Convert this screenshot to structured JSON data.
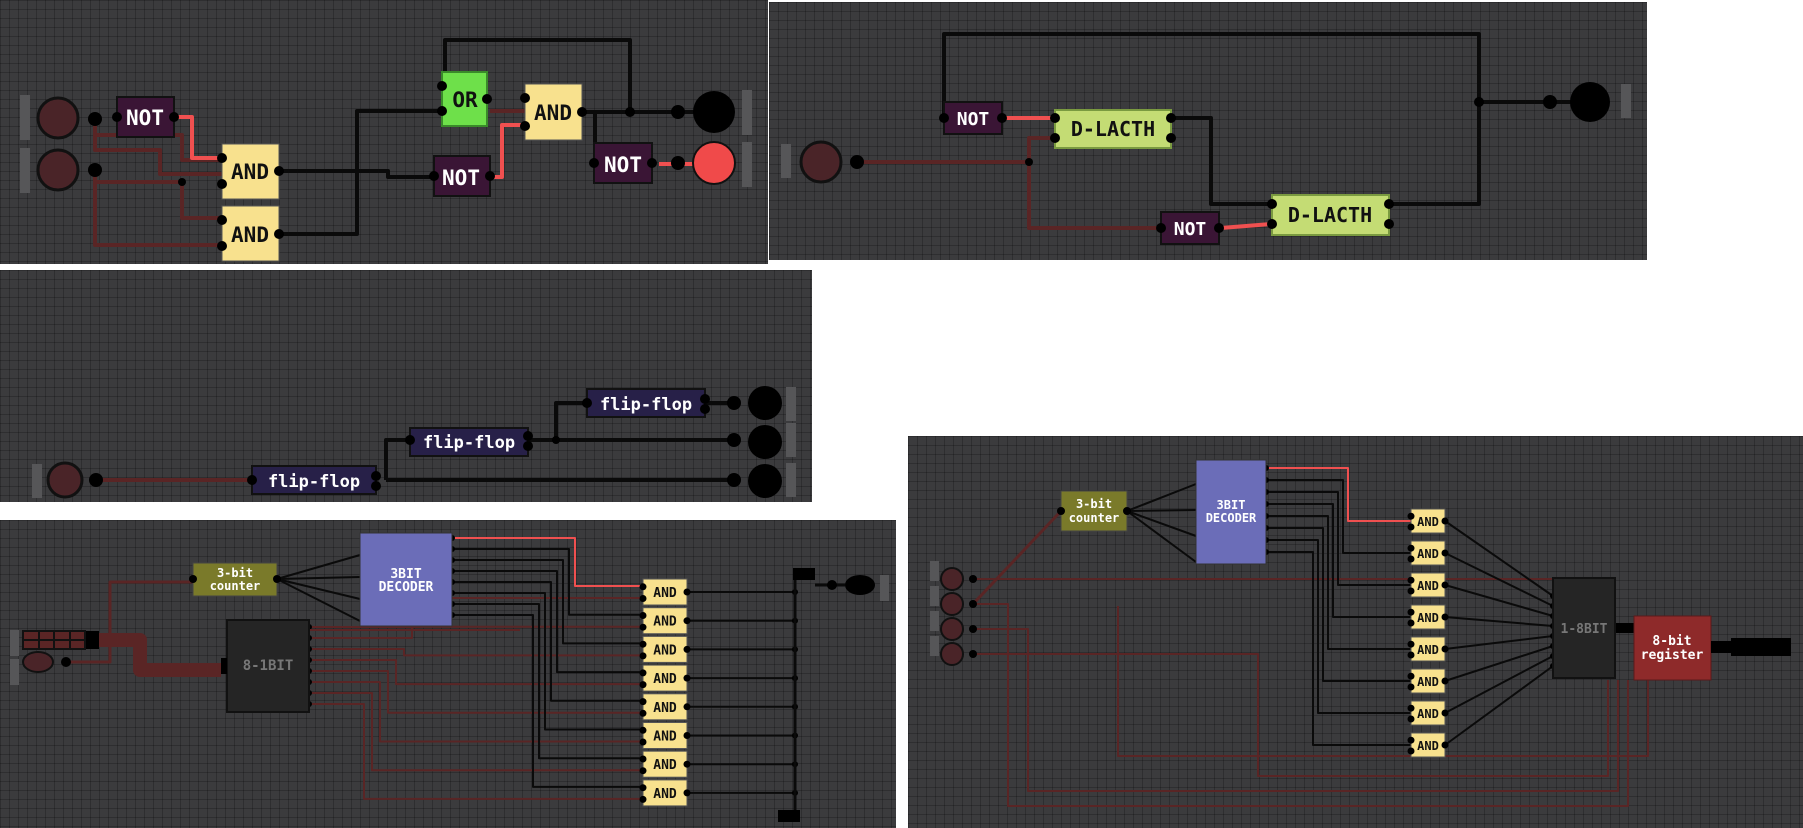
{
  "panels": [
    {
      "id": "p1",
      "gates": {
        "not1": "NOT",
        "and1": "AND",
        "and2": "AND",
        "or1": "OR",
        "not2": "NOT",
        "and3": "AND",
        "not3": "NOT"
      }
    },
    {
      "id": "p2",
      "gates": {
        "not1": "NOT",
        "dl1": "D-LACTH",
        "not2": "NOT",
        "dl2": "D-LACTH"
      }
    },
    {
      "id": "p3",
      "gates": {
        "ff1": "flip-flop",
        "ff2": "flip-flop",
        "ff3": "flip-flop"
      }
    },
    {
      "id": "p4",
      "gates": {
        "counter_l1": "3-bit",
        "counter_l2": "counter",
        "dec_l1": "3BIT",
        "dec_l2": "DECODER",
        "mux": "8-1BIT",
        "and": "AND"
      }
    },
    {
      "id": "p5",
      "gates": {
        "counter_l1": "3-bit",
        "counter_l2": "counter",
        "dec_l1": "3BIT",
        "dec_l2": "DECODER",
        "demux": "1-8BIT",
        "reg_l1": "8-bit",
        "reg_l2": "register",
        "and": "AND"
      }
    }
  ],
  "colors": {
    "wire_off": "#5a2525",
    "wire_on": "#f05050",
    "wire_black": "#0a0a0a",
    "not": "#3a1535",
    "and": "#f8e18e",
    "or": "#6ee04a",
    "dlatch": "#c4dc74",
    "flipflop": "#272048",
    "decoder": "#6b6db8",
    "counter": "#7a7a2a",
    "mux": "#252525",
    "register": "#8e2a2a"
  }
}
